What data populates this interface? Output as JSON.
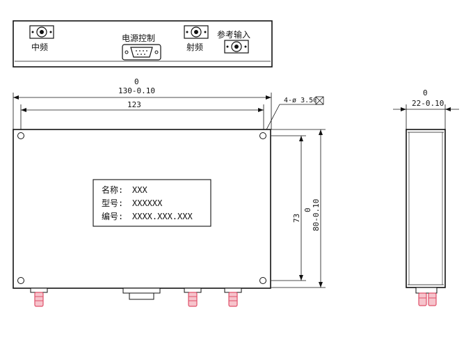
{
  "panel": {
    "ports": {
      "if": "中频",
      "power_control": "电源控制",
      "rf": "射频",
      "ref_input": "参考输入"
    }
  },
  "dimensions": {
    "width_tolerance_top": "0",
    "width_overall": "130-0.10",
    "hole_spacing_width": "123",
    "hole_callout": "4-ø 3.50",
    "hole_spacing_height": "73",
    "height_tolerance_top": "0",
    "height_overall": "80-0.10",
    "depth_tolerance_top": "0",
    "depth_overall": "22-0.10"
  },
  "nameplate": {
    "name_label": "名称:",
    "name_value": "XXX",
    "model_label": "型号:",
    "model_value": "XXXXXX",
    "serial_label": "编号:",
    "serial_value": "XXXX.XXX.XXX"
  },
  "colors": {
    "line": "#111111",
    "connector": "#e0506a",
    "connector_fill": "#f6c4cc"
  }
}
